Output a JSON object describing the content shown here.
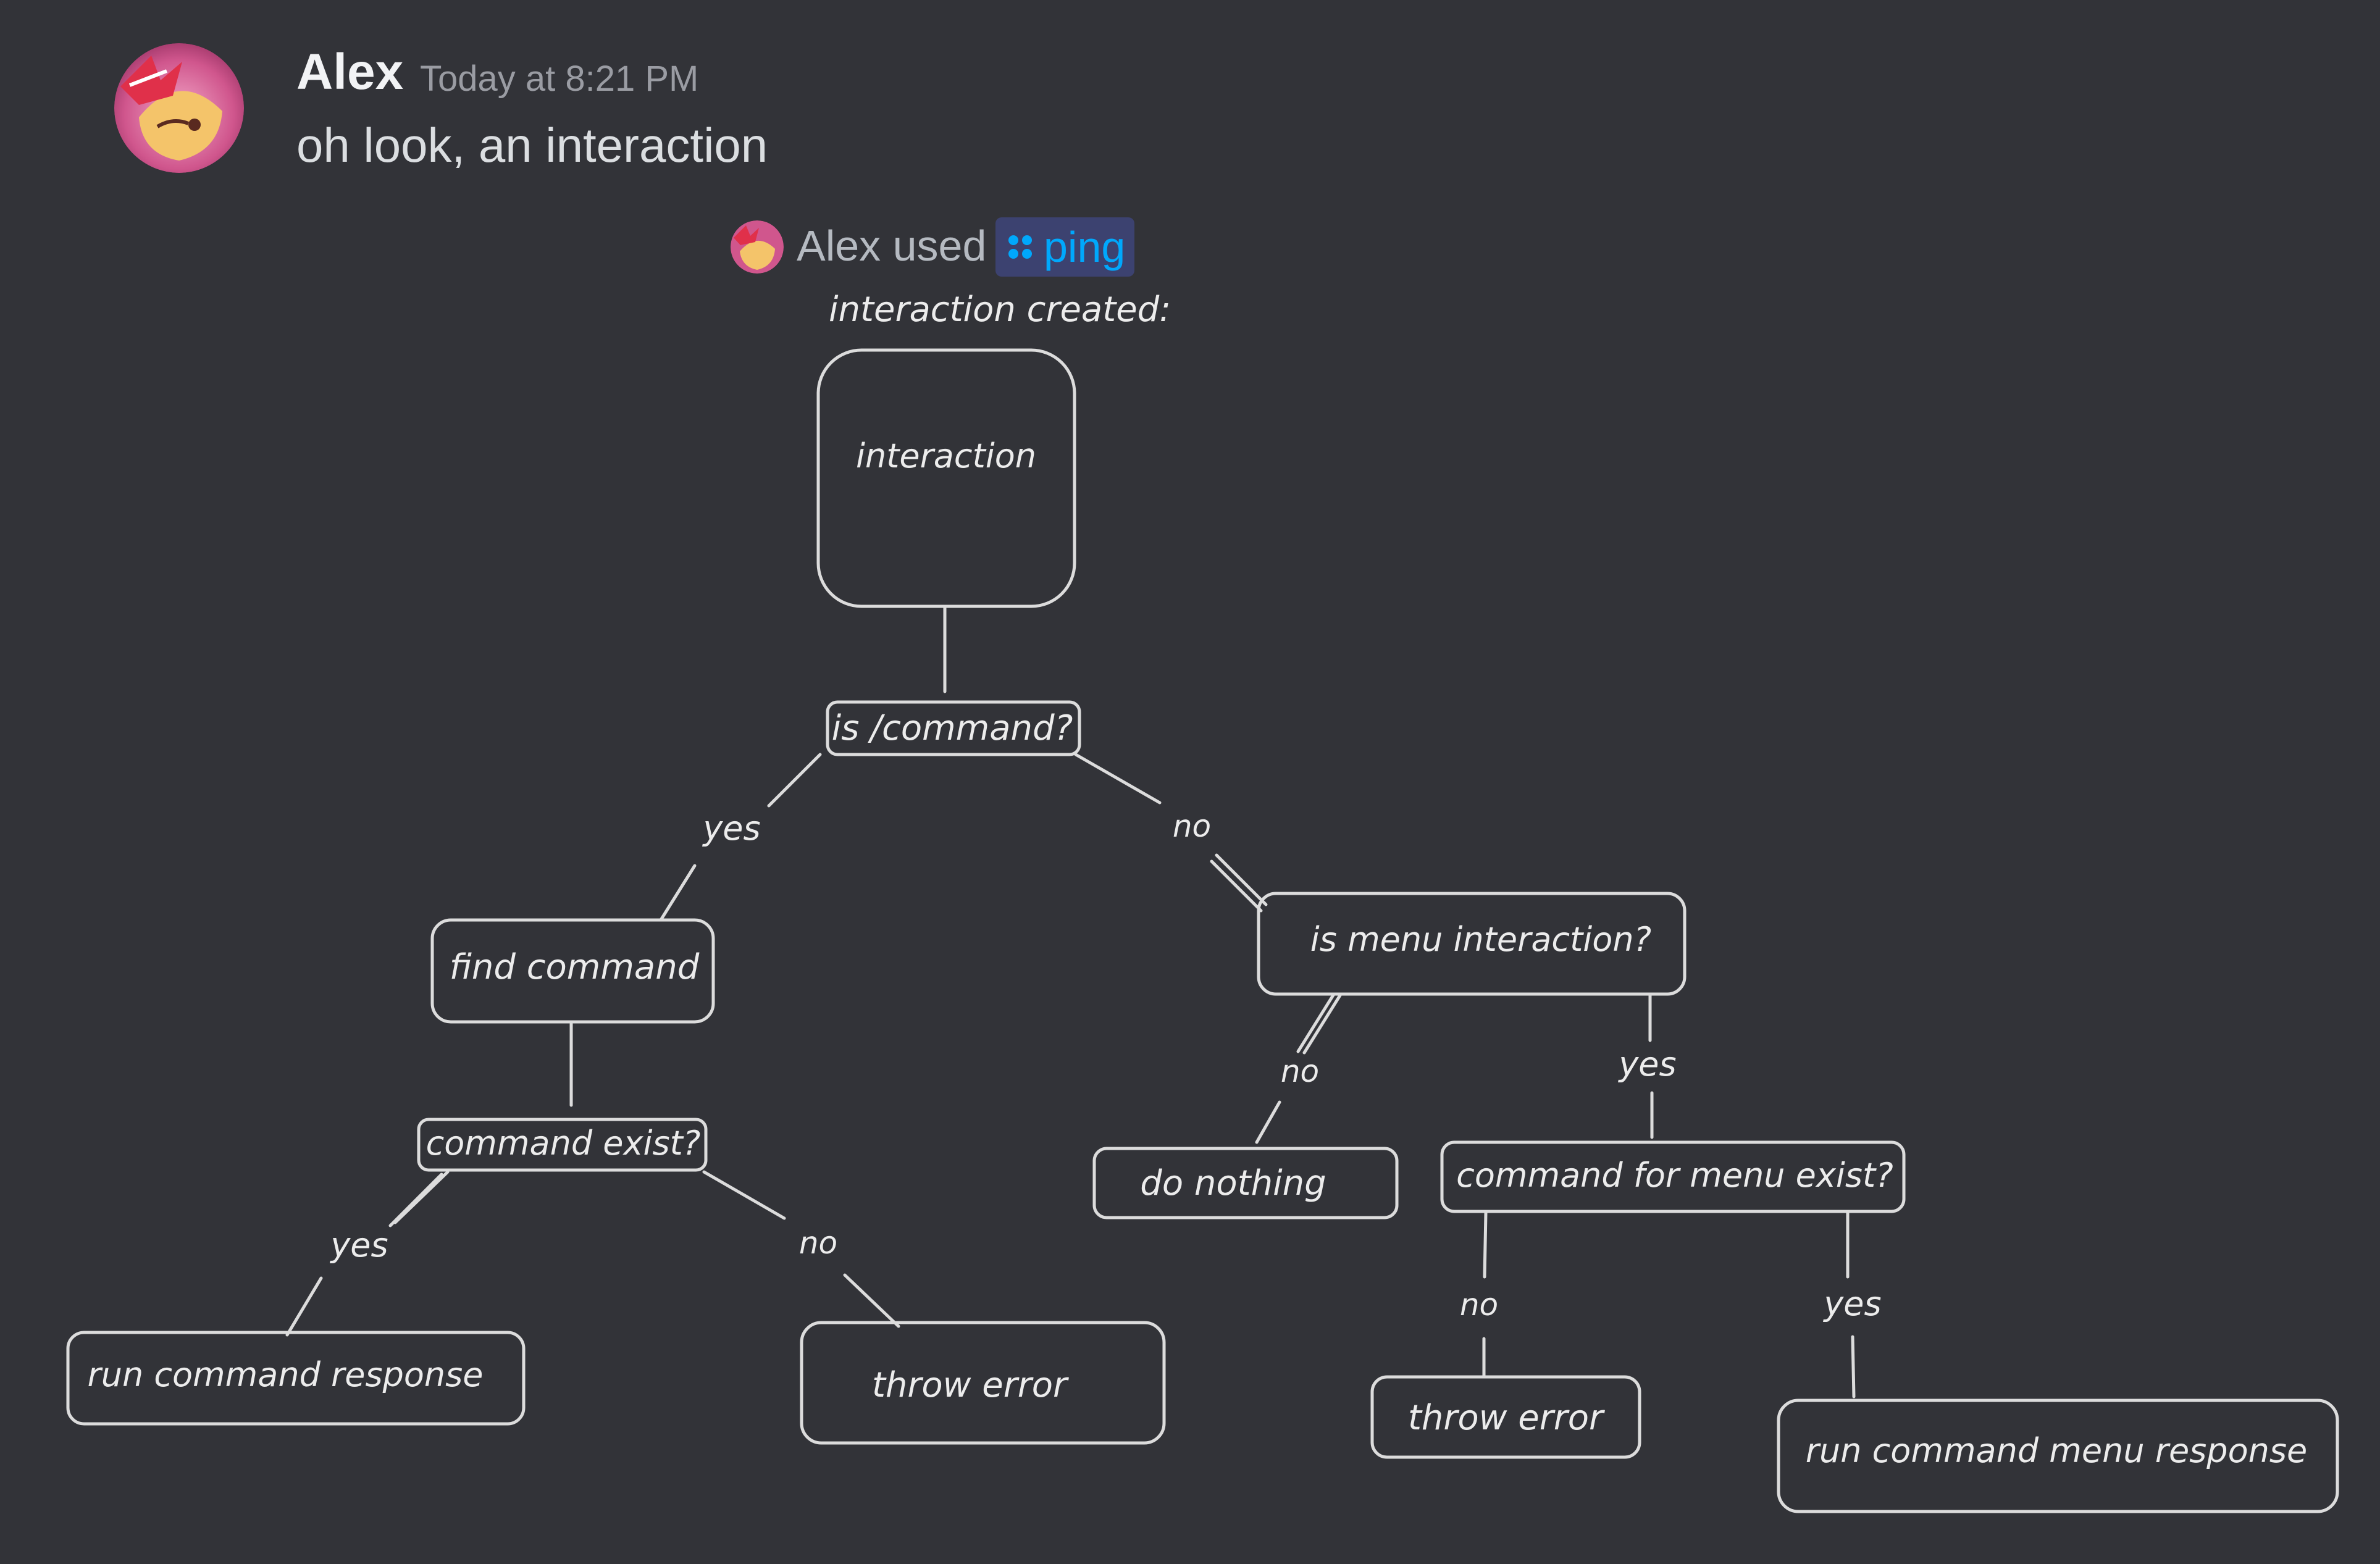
{
  "message": {
    "author": "Alex",
    "timestamp": "Today at 8:21 PM",
    "content": "oh look, an interaction"
  },
  "interaction": {
    "user": "Alex",
    "used_text": "used",
    "command": "ping"
  },
  "colors": {
    "background": "#323338",
    "stroke": "#dcdcdc",
    "command_chip": "#3c4270",
    "command_text": "#00a8fc"
  },
  "diagram": {
    "caption": "interaction created:",
    "nodes": {
      "interaction": "interaction",
      "is_command": "is /command?",
      "find_command": "find command",
      "command_exist": "command exist?",
      "run_command_response": "run command response",
      "throw_error_1": "throw error",
      "is_menu_interaction": "is menu interaction?",
      "do_nothing": "do nothing",
      "command_for_menu_exist": "command for menu exist?",
      "throw_error_2": "throw error",
      "run_command_menu_response": "run command menu response"
    },
    "edge_labels": {
      "is_command_yes": "yes",
      "is_command_no": "no",
      "command_exist_yes": "yes",
      "command_exist_no": "no",
      "is_menu_no": "no",
      "is_menu_yes": "yes",
      "menu_exist_no": "no",
      "menu_exist_yes": "yes"
    }
  }
}
